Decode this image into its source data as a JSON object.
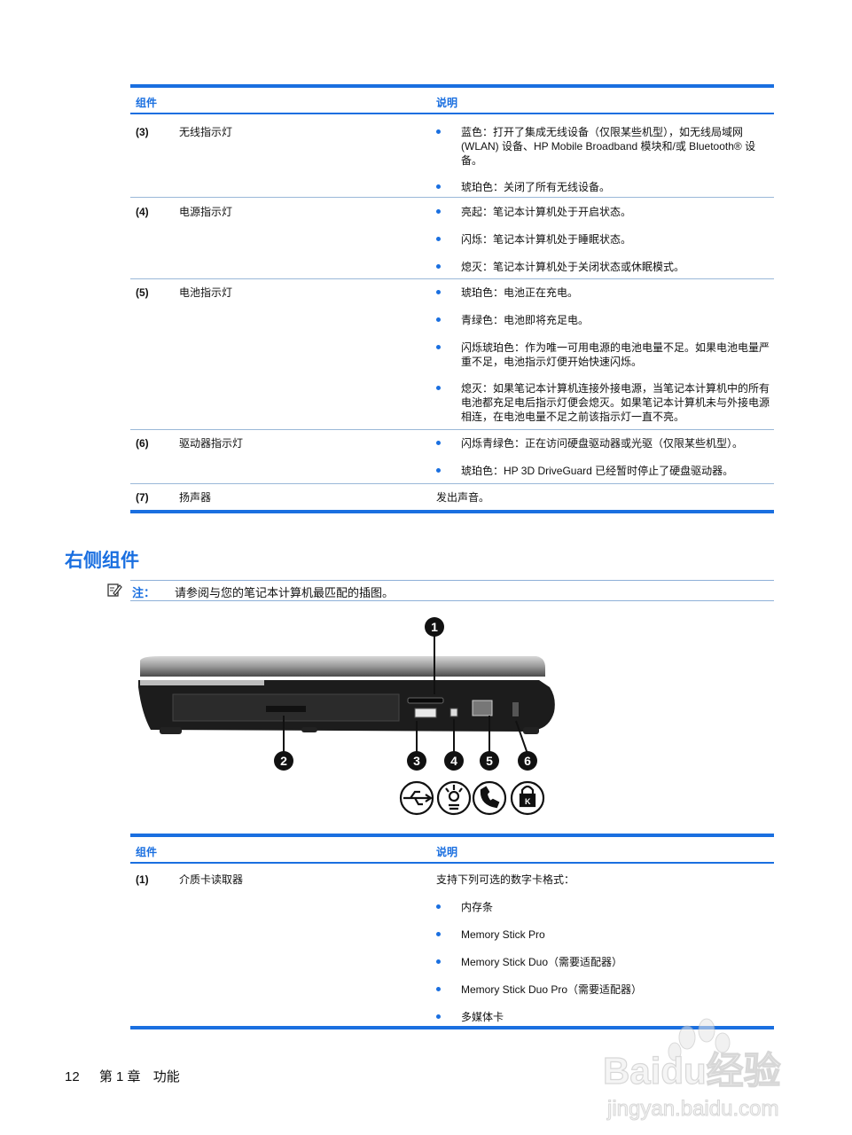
{
  "colors": {
    "accent": "#1a6fe0",
    "rule": "#9ab8d8"
  },
  "table1": {
    "headers": {
      "component": "组件",
      "description": "说明"
    },
    "rows": [
      {
        "num": "(3)",
        "name": "无线指示灯",
        "bullets": [
          "蓝色：打开了集成无线设备（仅限某些机型），如无线局域网 (WLAN) 设备、HP Mobile Broadband 模块和/或 Bluetooth® 设备。",
          "琥珀色：关闭了所有无线设备。"
        ]
      },
      {
        "num": "(4)",
        "name": "电源指示灯",
        "bullets": [
          "亮起：笔记本计算机处于开启状态。",
          "闪烁：笔记本计算机处于睡眠状态。",
          "熄灭：笔记本计算机处于关闭状态或休眠模式。"
        ]
      },
      {
        "num": "(5)",
        "name": "电池指示灯",
        "bullets": [
          "琥珀色：电池正在充电。",
          "青绿色：电池即将充足电。",
          "闪烁琥珀色：作为唯一可用电源的电池电量不足。如果电池电量严重不足，电池指示灯便开始快速闪烁。",
          "熄灭：如果笔记本计算机连接外接电源，当笔记本计算机中的所有电池都充足电后指示灯便会熄灭。如果笔记本计算机未与外接电源相连，在电池电量不足之前该指示灯一直不亮。"
        ]
      },
      {
        "num": "(6)",
        "name": "驱动器指示灯",
        "bullets": [
          "闪烁青绿色：正在访问硬盘驱动器或光驱（仅限某些机型）。",
          "琥珀色：HP 3D DriveGuard 已经暂时停止了硬盘驱动器。"
        ]
      },
      {
        "num": "(7)",
        "name": "扬声器",
        "text": "发出声音。"
      }
    ]
  },
  "section": {
    "title": "右侧组件"
  },
  "note": {
    "label": "注：",
    "text": "请参阅与您的笔记本计算机最匹配的插图。",
    "icon": "note-pencil-icon"
  },
  "figure": {
    "callouts": [
      "1",
      "2",
      "3",
      "4",
      "5",
      "6"
    ],
    "icons": [
      "usb-icon",
      "firewire-icon",
      "rj11-modem-icon",
      "security-lock-icon"
    ]
  },
  "table2": {
    "headers": {
      "component": "组件",
      "description": "说明"
    },
    "rows": [
      {
        "num": "(1)",
        "name": "介质卡读取器",
        "intro": "支持下列可选的数字卡格式：",
        "bullets": [
          "内存条",
          "Memory Stick Pro",
          "Memory Stick Duo（需要适配器）",
          "Memory Stick Duo Pro（需要适配器）",
          "多媒体卡"
        ]
      }
    ]
  },
  "footer": {
    "page": "12",
    "chapter": "第 1 章",
    "title": "功能"
  },
  "watermark": {
    "brand": "Baidu经验",
    "url": "jingyan.baidu.com"
  }
}
